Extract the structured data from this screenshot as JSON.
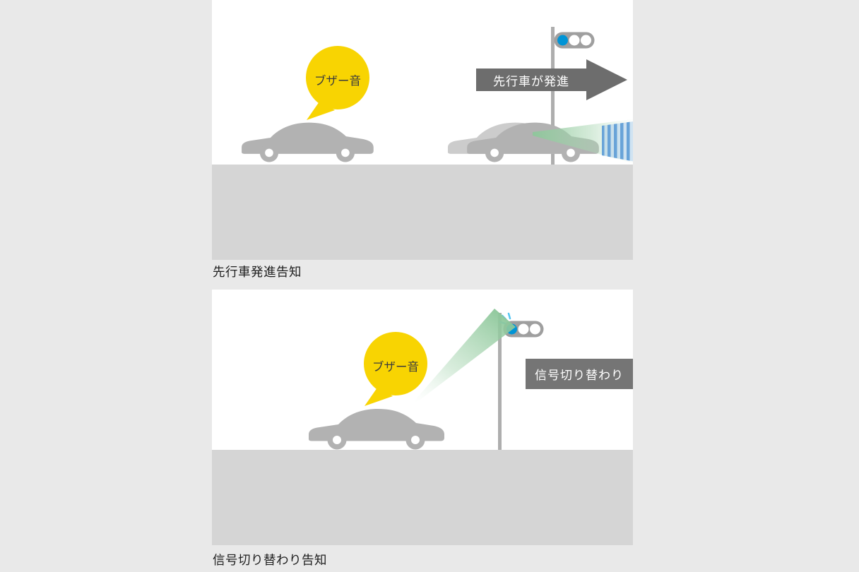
{
  "panels": [
    {
      "caption": "先行車発進告知",
      "bubble_text": "ブザー音",
      "arrow_label": "先行車が発進"
    },
    {
      "caption": "信号切り替わり告知",
      "bubble_text": "ブザー音",
      "sign_label": "信号切り替わり"
    }
  ],
  "colors": {
    "page_bg": "#e9e9e9",
    "panel": "#ffffff",
    "road": "#d5d5d5",
    "car": "#b2b2b2",
    "car_ghost": "#cccccc",
    "bubble": "#f8d402",
    "arrow": "#6d6d6d",
    "sign": "#757575",
    "signal_blue": "#0094d6",
    "cone_green": "#8dc79a",
    "stripe_blue": "#68a3d8",
    "pole": "#aeaeae",
    "fixture": "#9f9f9f"
  }
}
